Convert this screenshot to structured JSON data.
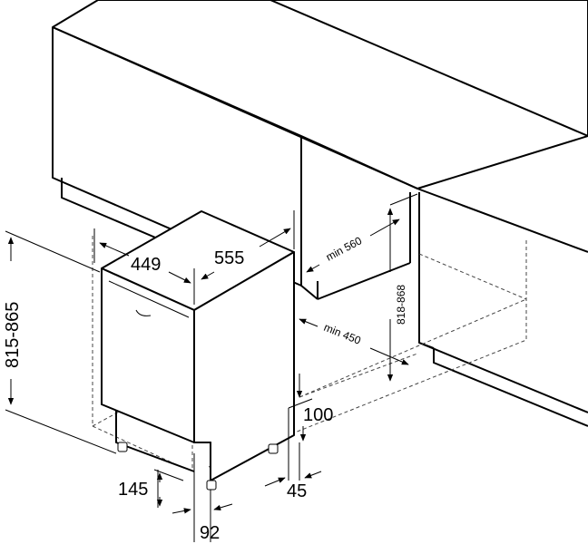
{
  "dimensions": {
    "width": "449",
    "depth": "555",
    "height_range": "815-865",
    "min_niche_depth": "min 560",
    "niche_height_range": "818-868",
    "min_niche_width": "min 450",
    "plinth_height": "100",
    "foot_offset": "145",
    "plinth_depth": "45",
    "front_offset": "92"
  }
}
